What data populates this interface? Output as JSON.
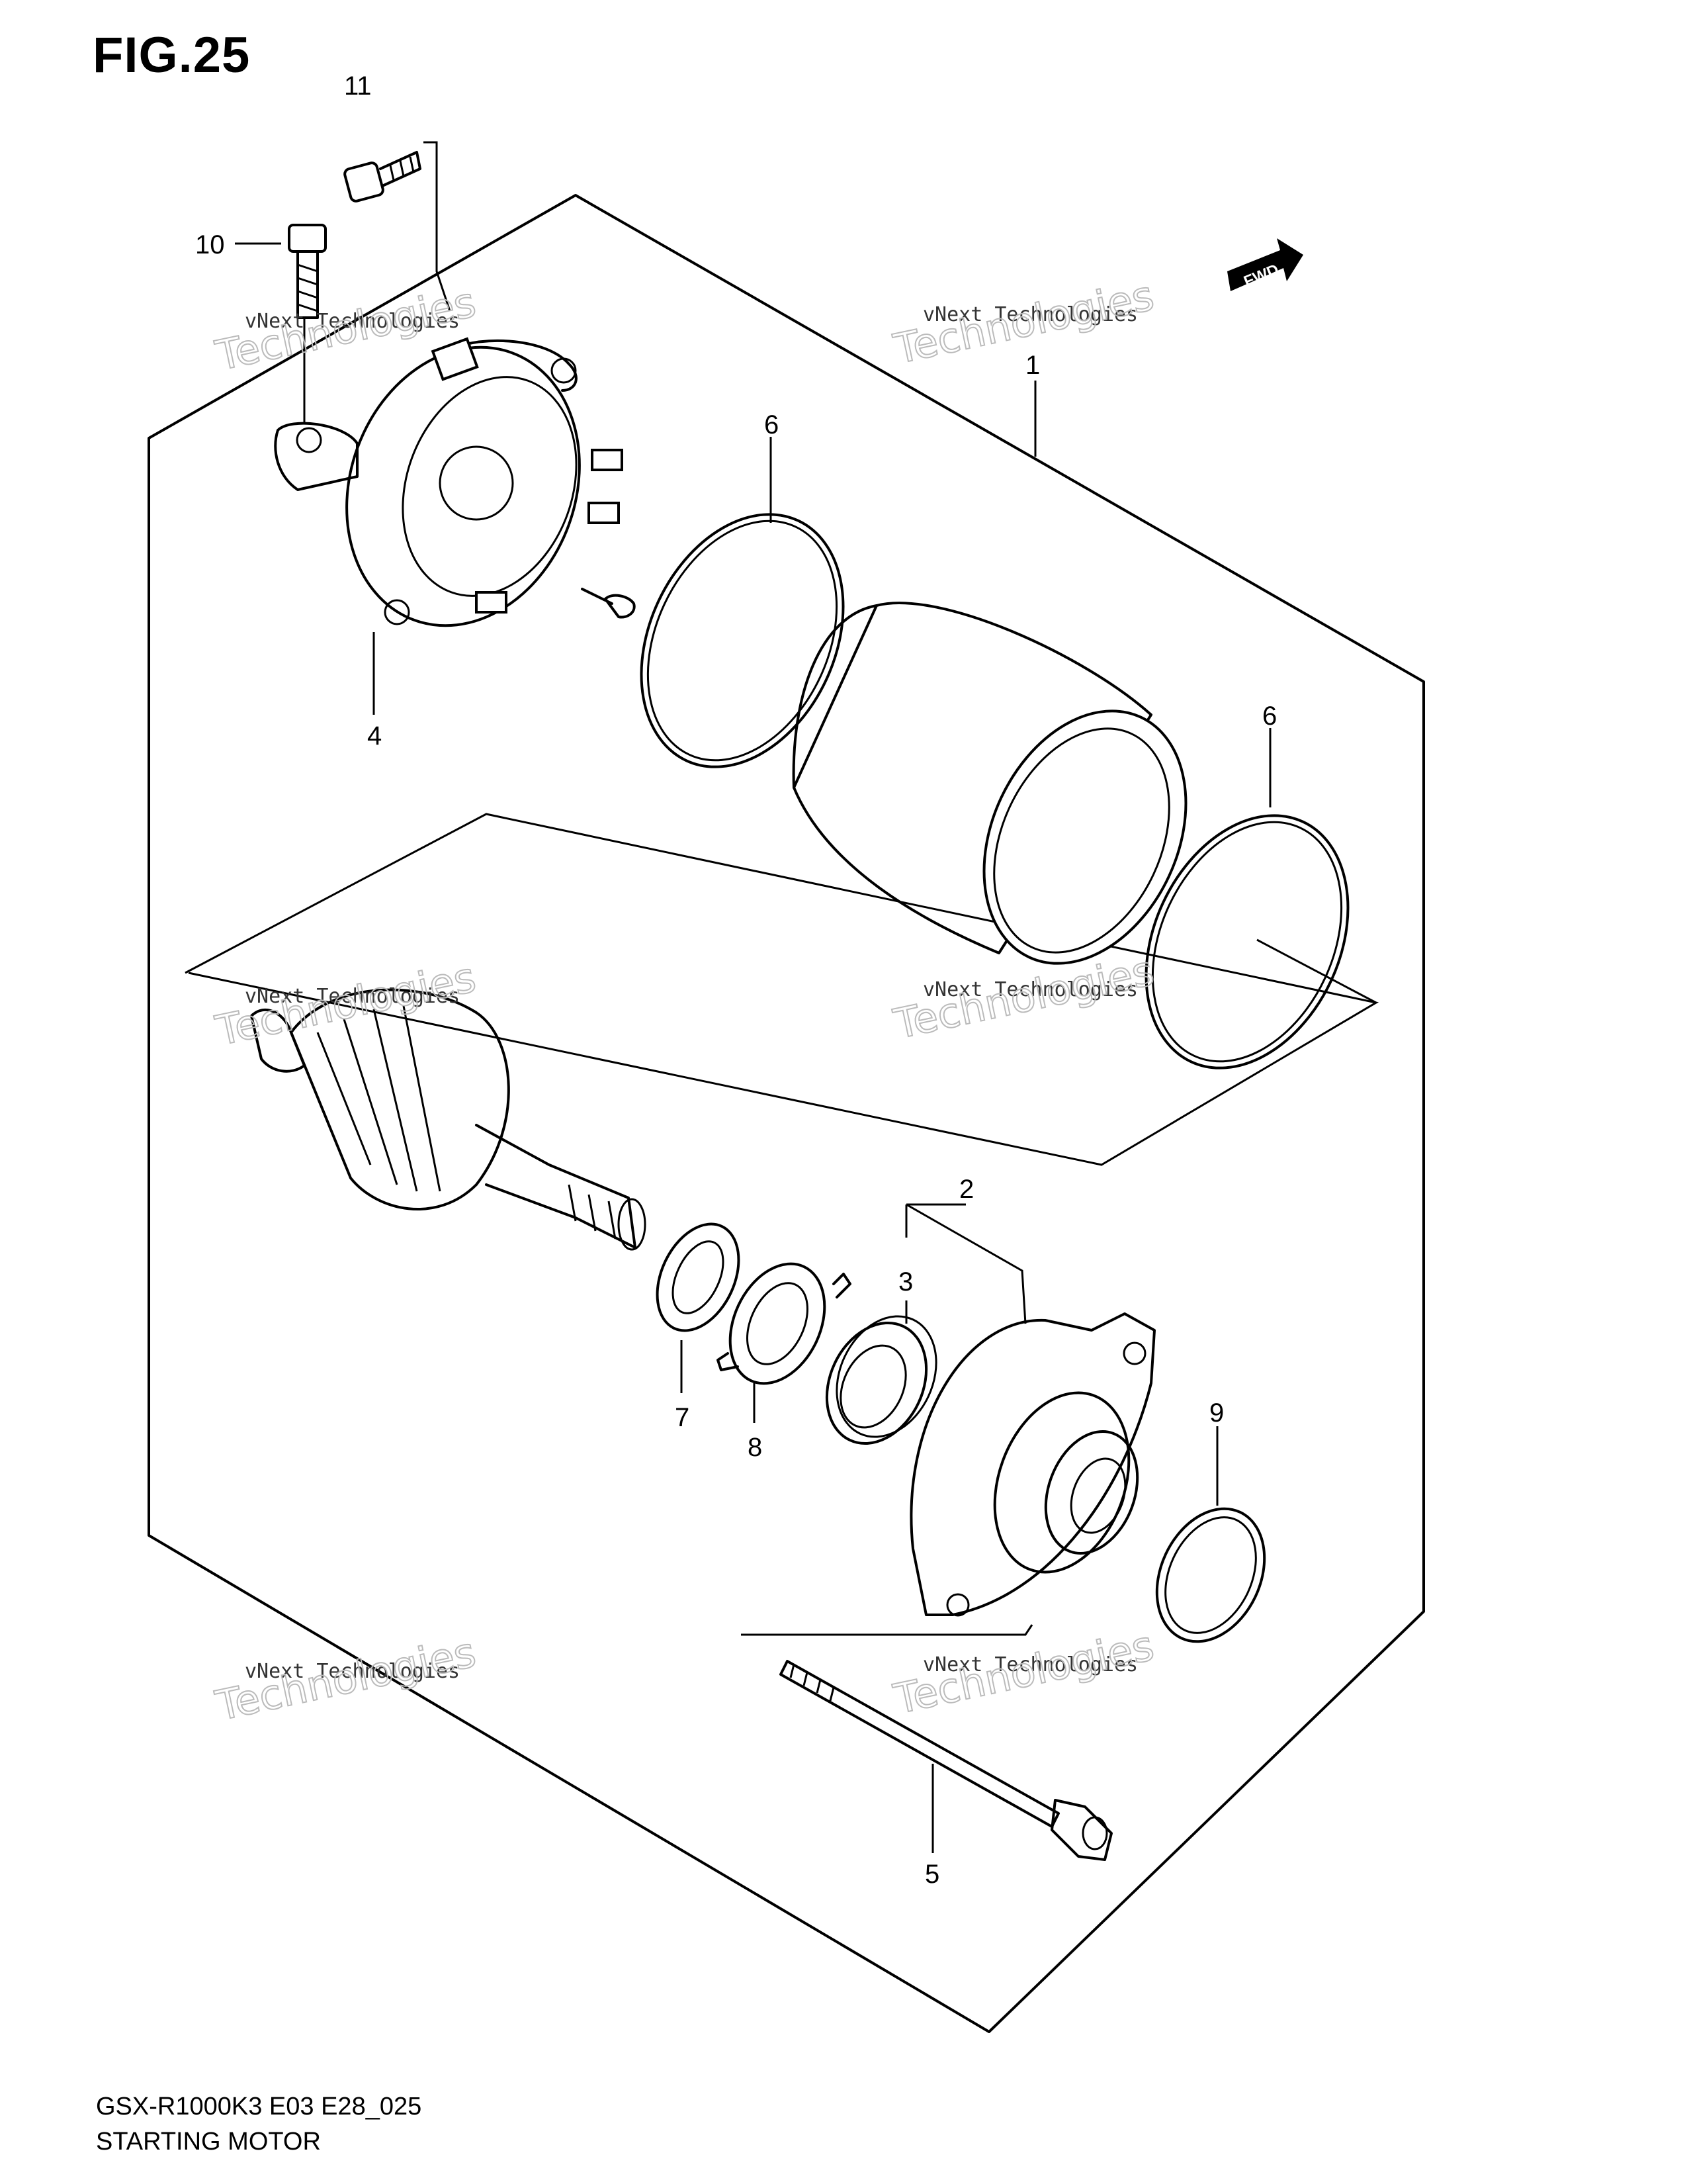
{
  "header": {
    "figure_title": "FIG.25"
  },
  "footer": {
    "model_code": "GSX-R1000K3 E03 E28_025",
    "section_title": "STARTING MOTOR"
  },
  "direction_marker": {
    "label": "FWD"
  },
  "callouts": [
    "1",
    "2",
    "3",
    "4",
    "5",
    "6",
    "6",
    "7",
    "8",
    "9",
    "10",
    "11"
  ],
  "watermark": {
    "company": "vNext Technologies",
    "line1": "vNext",
    "line2": "Technologies"
  }
}
